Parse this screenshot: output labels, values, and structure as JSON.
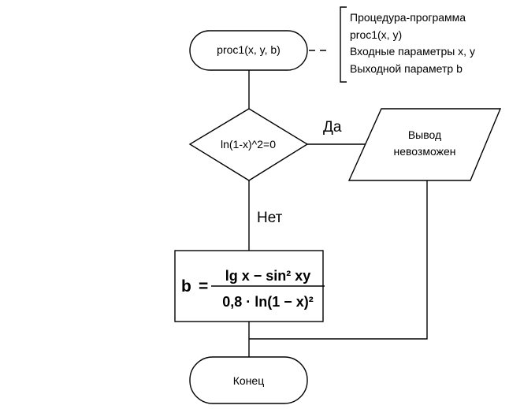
{
  "start_node": {
    "label": "proc1(x, y, b)"
  },
  "comment": {
    "lines": [
      "Процедура-программа",
      "proc1(x, y)",
      "Входные параметры x, y",
      "Выходной параметр b"
    ]
  },
  "decision": {
    "label": "ln(1-x)^2=0"
  },
  "branch_yes": {
    "label": "Да"
  },
  "branch_no": {
    "label": "Нет"
  },
  "output_node": {
    "line1": "Вывод",
    "line2": "невозможен"
  },
  "formula": {
    "lhs": "b",
    "equals": "=",
    "numerator": "lg x − sin² xy",
    "denominator": "0,8 · ln(1 − x)²"
  },
  "end_node": {
    "label": "Конец"
  }
}
